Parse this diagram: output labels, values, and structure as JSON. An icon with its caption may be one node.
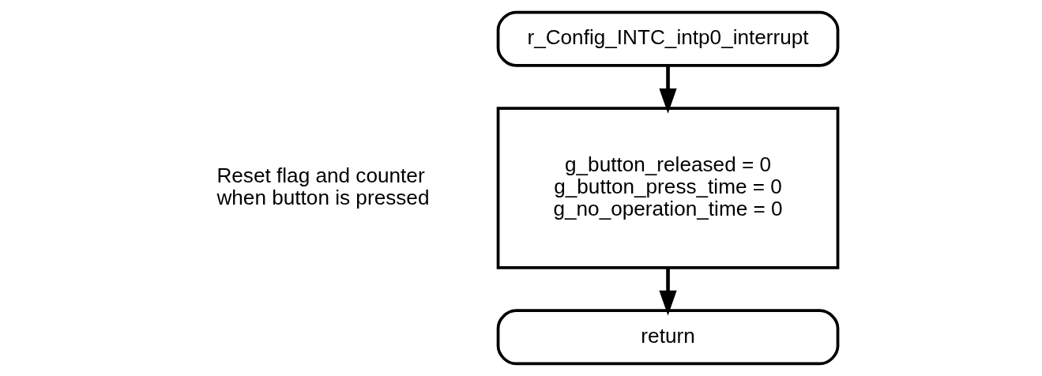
{
  "diagram": {
    "nodes": [
      {
        "text": [
          "r_Config_INTC_intp0_interrupt"
        ]
      },
      {
        "text": [
          "g_button_released = 0",
          "g_button_press_time = 0",
          "g_no_operation_time = 0"
        ],
        "beside": [
          "Reset flag and counter when button is pressed"
        ]
      },
      {
        "text": [
          "return"
        ]
      }
    ],
    "edges": [
      {
        "from": 0,
        "to": 1,
        "arrow": "to"
      },
      {
        "from": 1,
        "to": 2,
        "arrow": "to"
      }
    ]
  }
}
